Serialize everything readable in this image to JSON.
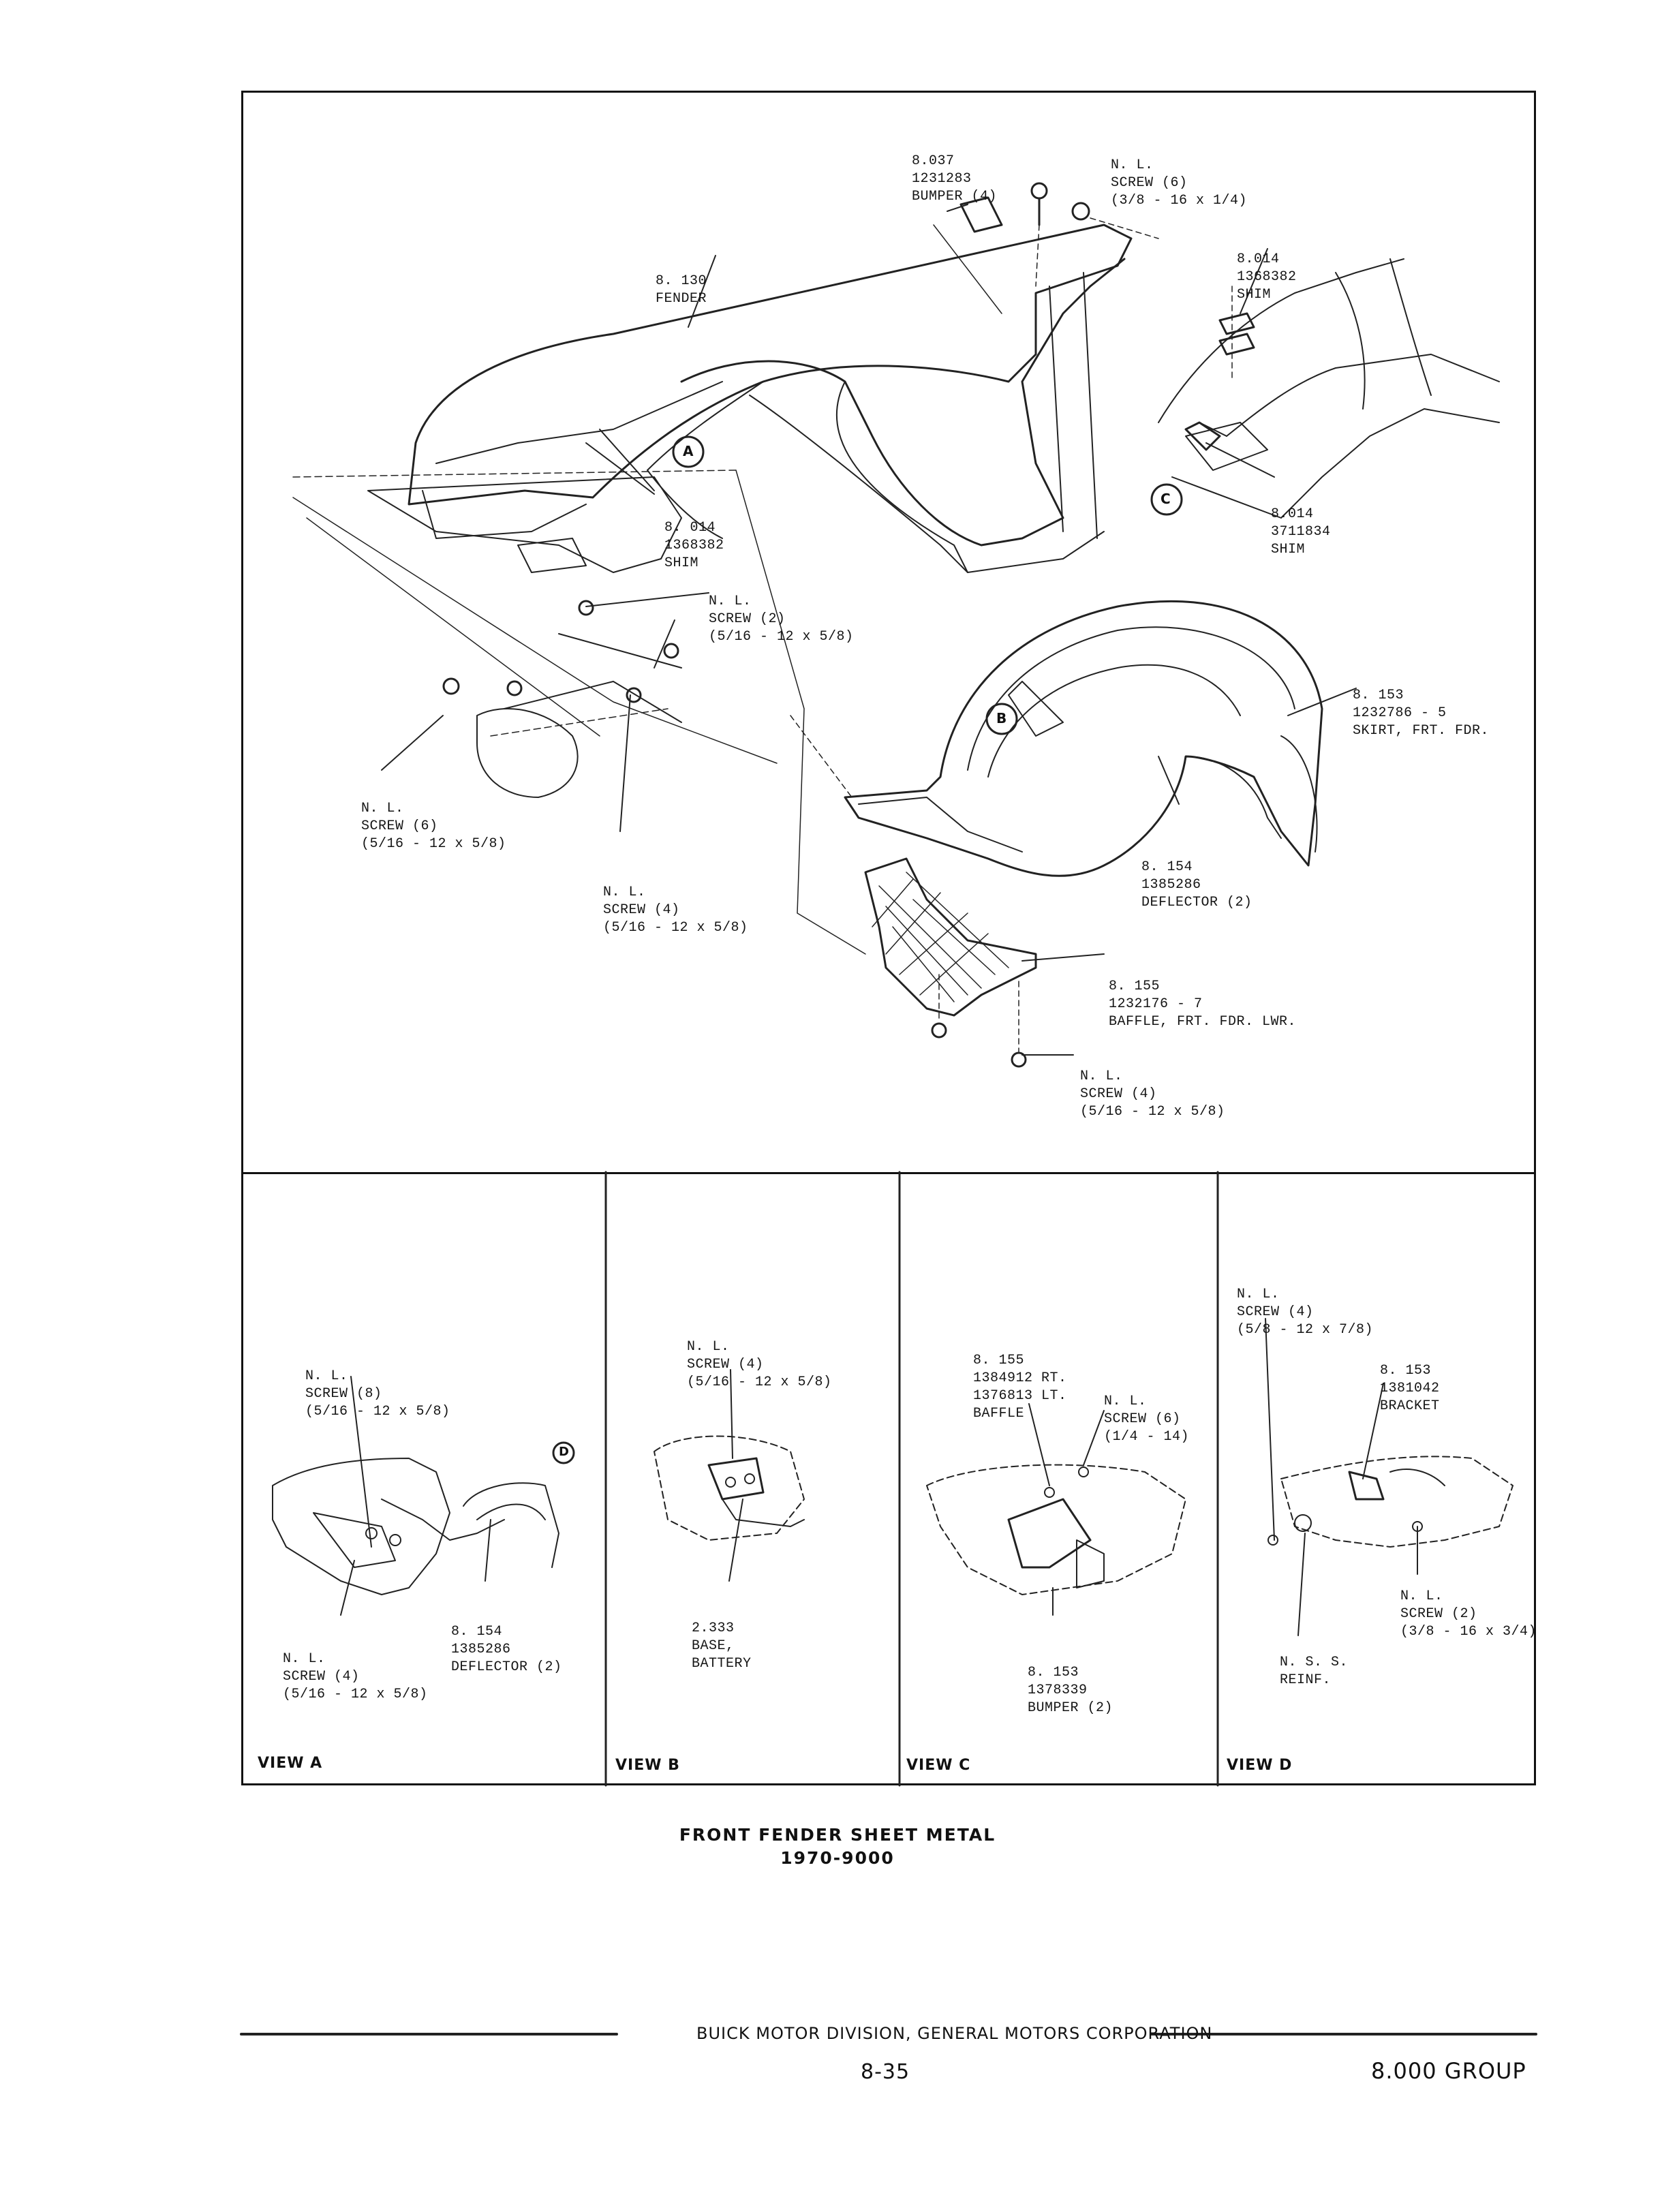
{
  "main_labels": {
    "bumper": [
      "8.037",
      "1231283",
      "BUMPER (4)"
    ],
    "screw_top": [
      "N. L.",
      "SCREW (6)",
      "(3/8 - 16 x 1/4)"
    ],
    "fender": [
      "8. 130",
      "FENDER"
    ],
    "shim_top": [
      "8.014",
      "1368382",
      "SHIM"
    ],
    "shim_left": [
      "8. 014",
      "1368382",
      "SHIM"
    ],
    "shim_right": [
      "8.014",
      "3711834",
      "SHIM"
    ],
    "screw_2": [
      "N. L.",
      "SCREW (2)",
      "(5/16 - 12 x 5/8)"
    ],
    "skirt": [
      "8. 153",
      "1232786 - 5",
      "SKIRT, FRT. FDR."
    ],
    "screw_6": [
      "N. L.",
      "SCREW (6)",
      "(5/16 - 12 x 5/8)"
    ],
    "screw_4a": [
      "N. L.",
      "SCREW (4)",
      "(5/16 - 12 x 5/8)"
    ],
    "deflector": [
      "8. 154",
      "1385286",
      "DEFLECTOR (2)"
    ],
    "baffle_lwr": [
      "8. 155",
      "1232176 - 7",
      "BAFFLE, FRT. FDR. LWR."
    ],
    "screw_4b": [
      "N. L.",
      "SCREW (4)",
      "(5/16 - 12 x 5/8)"
    ],
    "callout_a": "A",
    "callout_b": "B",
    "callout_c": "C"
  },
  "views": {
    "a": {
      "title": "VIEW A",
      "screw_8": [
        "N. L.",
        "SCREW (8)",
        "(5/16 - 12 x 5/8)"
      ],
      "screw_4": [
        "N. L.",
        "SCREW (4)",
        "(5/16 - 12 x 5/8)"
      ],
      "deflector": [
        "8. 154",
        "1385286",
        "DEFLECTOR (2)"
      ],
      "callout": "D"
    },
    "b": {
      "title": "VIEW B",
      "screw_4": [
        "N. L.",
        "SCREW (4)",
        "(5/16 - 12 x 5/8)"
      ],
      "base": [
        "2.333",
        "BASE,",
        "BATTERY"
      ]
    },
    "c": {
      "title": "VIEW C",
      "baffle": [
        "8. 155",
        "1384912 RT.",
        "1376813 LT.",
        "BAFFLE"
      ],
      "screw_6": [
        "N. L.",
        "SCREW (6)",
        "(1/4 - 14)"
      ],
      "bumper": [
        "8. 153",
        "1378339",
        "BUMPER (2)"
      ]
    },
    "d": {
      "title": "VIEW D",
      "screw_4": [
        "N. L.",
        "SCREW (4)",
        "(5/8 - 12 x 7/8)"
      ],
      "bracket": [
        "8. 153",
        "1381042",
        "BRACKET"
      ],
      "screw_2": [
        "N. L.",
        "SCREW (2)",
        "(3/8 - 16 x 3/4)"
      ],
      "reinf": [
        "N. S. S.",
        "REINF."
      ]
    }
  },
  "caption": {
    "line1": "FRONT FENDER SHEET METAL",
    "line2": "1970-9000"
  },
  "footer": {
    "publisher": "BUICK MOTOR DIVISION, GENERAL MOTORS CORPORATION",
    "page_number": "8-35",
    "group": "8.000 GROUP"
  }
}
